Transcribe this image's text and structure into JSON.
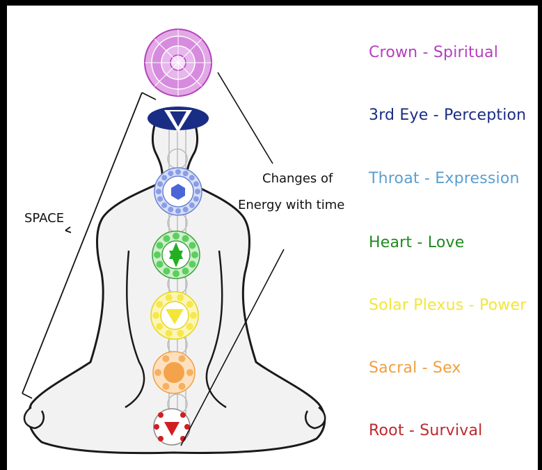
{
  "chakras": [
    {
      "name": "Crown",
      "meaning": "Spiritual",
      "color": "#b43fbd"
    },
    {
      "name": "3rd Eye",
      "meaning": "Perception",
      "color": "#1a2d84"
    },
    {
      "name": "Throat",
      "meaning": "Expression",
      "color": "#5a9fd0"
    },
    {
      "name": "Heart",
      "meaning": "Love",
      "color": "#1e8a1e"
    },
    {
      "name": "Solar Plexus",
      "meaning": "Power",
      "color": "#f2e63a"
    },
    {
      "name": "Sacral",
      "meaning": "Sex",
      "color": "#f0a040"
    },
    {
      "name": "Root",
      "meaning": "Survival",
      "color": "#c0282c"
    }
  ],
  "annotations": {
    "space": "SPACE",
    "changes_line1": "Changes of",
    "changes_line2": "Energy with time"
  },
  "icons": {
    "crown": "crown-chakra-mandala",
    "third_eye": "third-eye-chakra",
    "throat": "throat-chakra",
    "heart": "heart-chakra",
    "solar": "solar-plexus-chakra",
    "sacral": "sacral-chakra",
    "root": "root-chakra"
  }
}
